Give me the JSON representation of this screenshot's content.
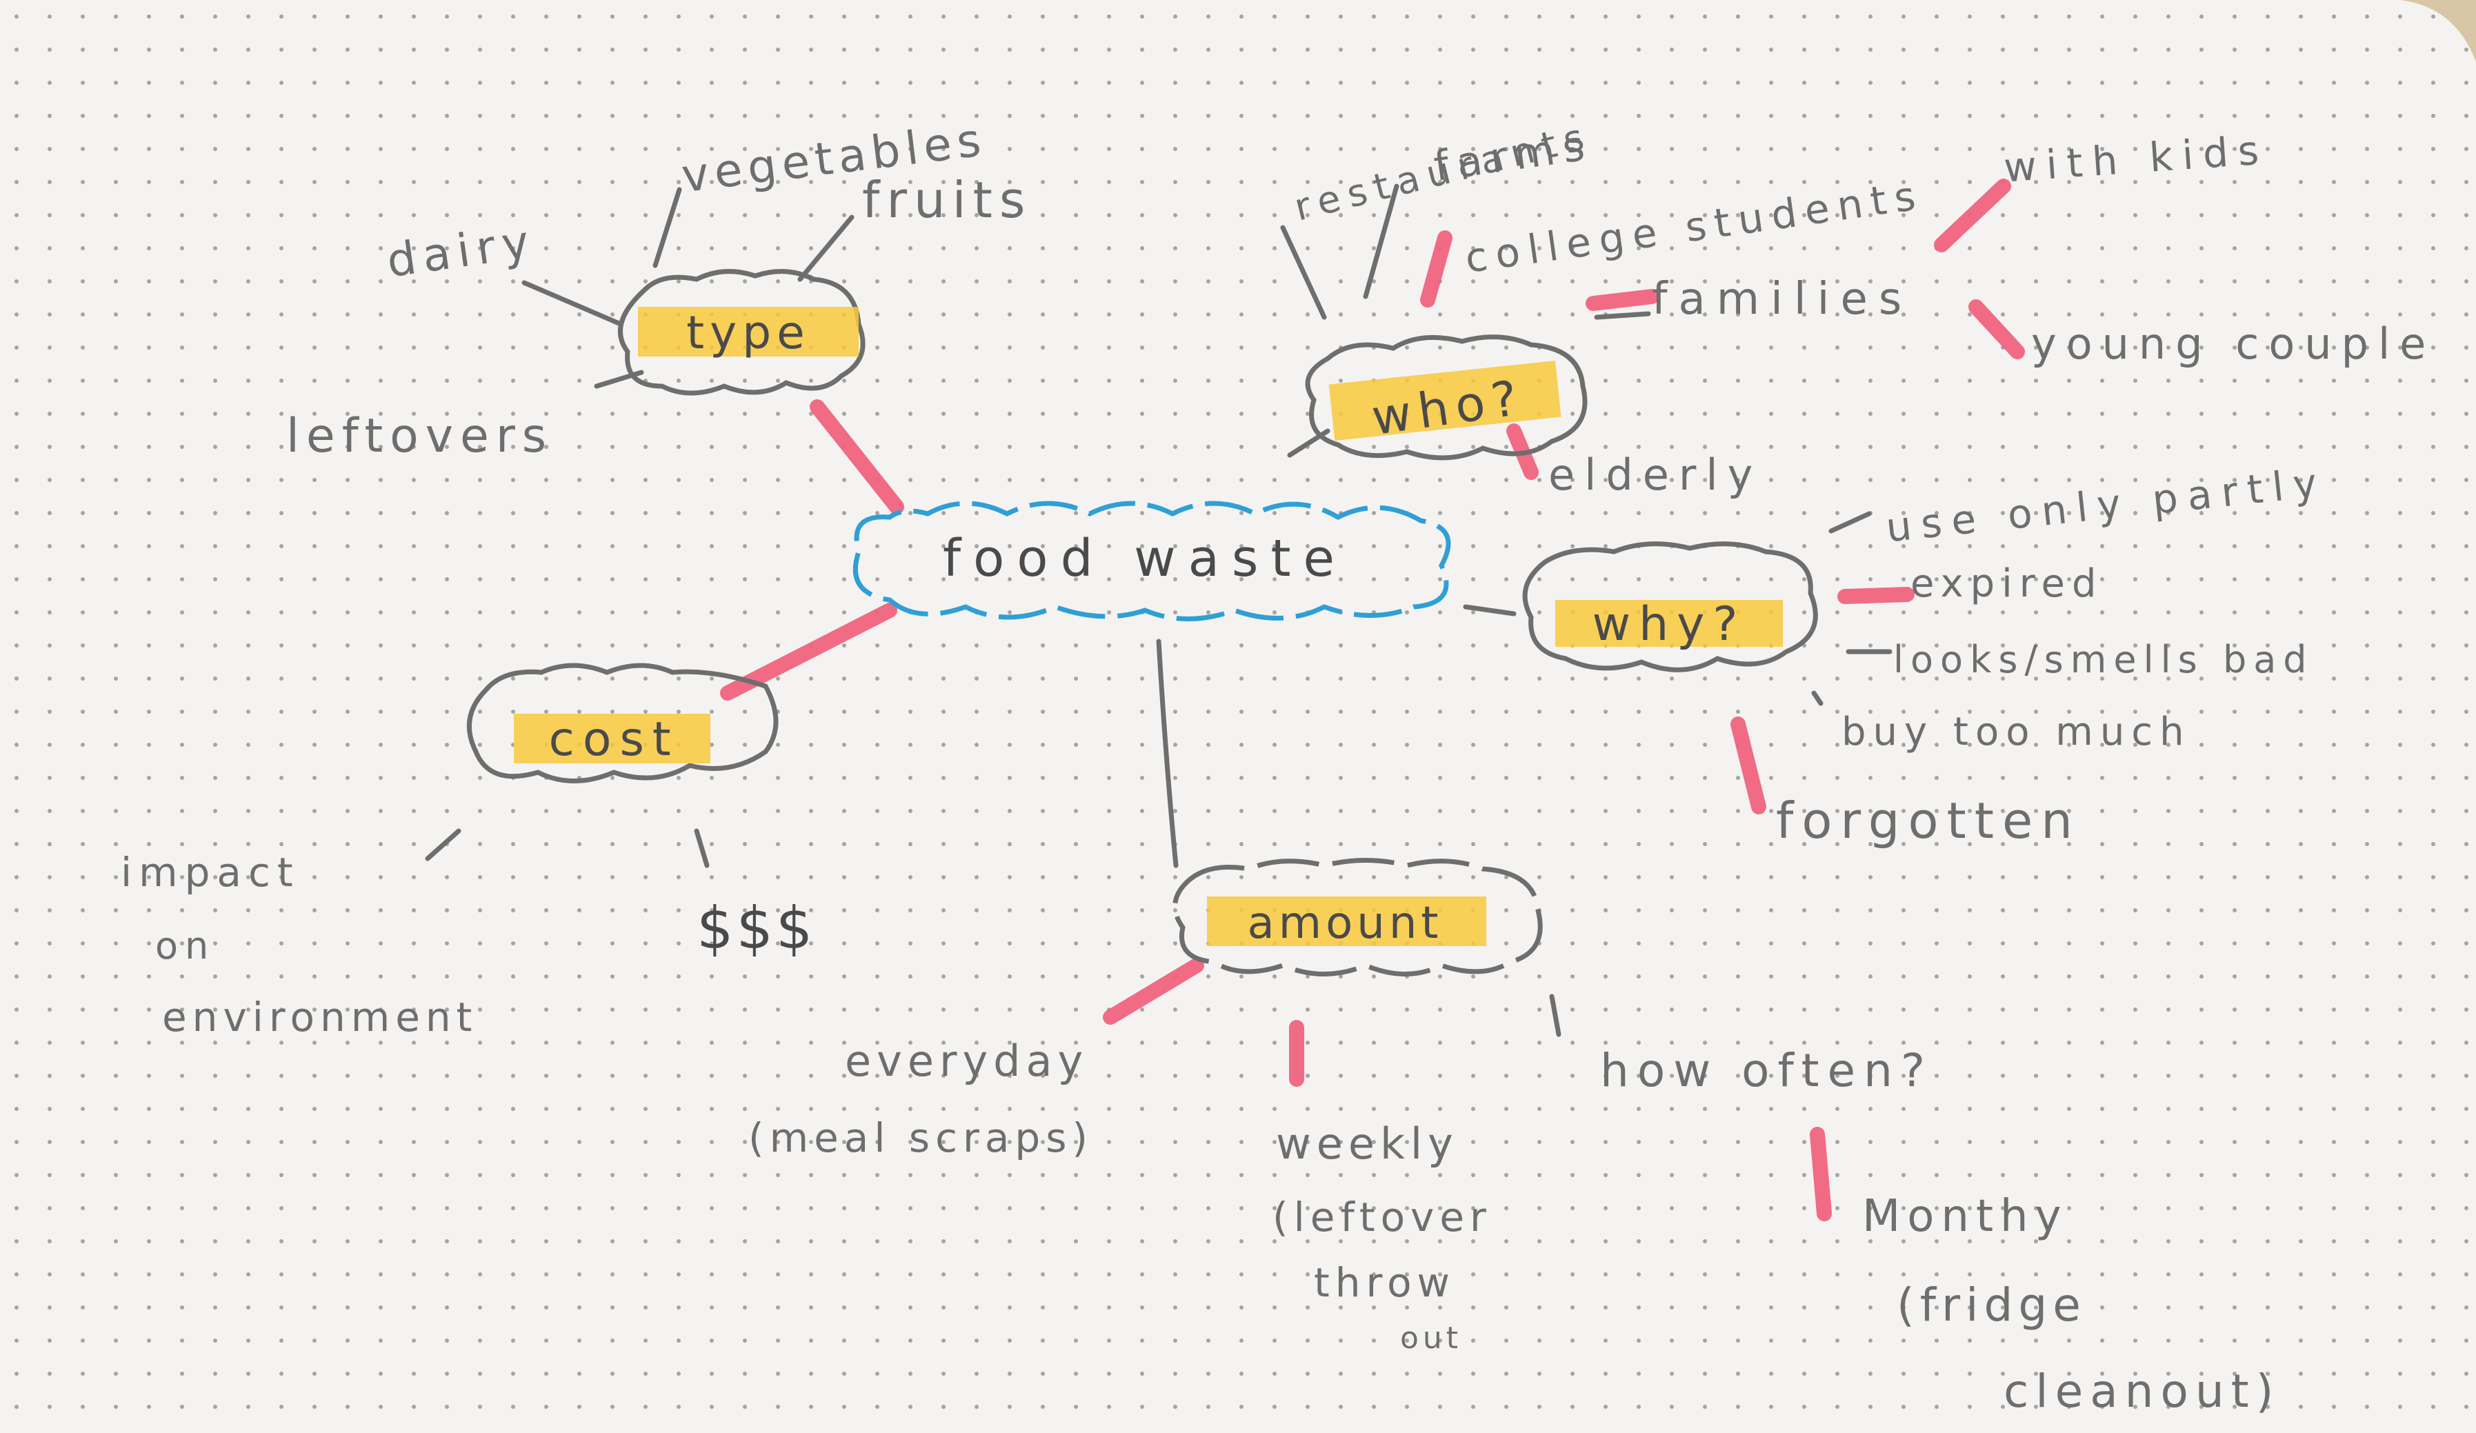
{
  "colors": {
    "background": "#d9c6a6",
    "paper": "#f4f3f1",
    "paper_dots": "#a6a4a0",
    "pencil": "#6e6e6e",
    "pencil_dark": "#4a4a4a",
    "center_outline": "#2f9fd6",
    "highlight_yellow": "#f8c83c",
    "highlight_pink": "#f0607c"
  },
  "center": {
    "label": "food waste"
  },
  "nodes": {
    "type": {
      "label": "type"
    },
    "who": {
      "label": "who?"
    },
    "why": {
      "label": "why?"
    },
    "cost": {
      "label": "cost"
    },
    "amount": {
      "label": "amount"
    }
  },
  "type_branches": {
    "dairy": "dairy",
    "vegetables": "vegetables",
    "fruits": "fruits",
    "leftovers": "leftovers"
  },
  "who_branches": {
    "restaurants": "restaurants",
    "farms": "farms",
    "college_students": "college students",
    "families": "families",
    "with_kids": "with kids",
    "young_couple": "young couple",
    "elderly": "elderly"
  },
  "why_branches": {
    "use_only_partly": "use only partly",
    "expired": "expired",
    "looks_smells_bad": "looks/smells bad",
    "buy_too_much": "buy too much",
    "forgotten": "forgotten"
  },
  "cost_branches": {
    "impact_line1": "impact",
    "impact_line2": "on",
    "impact_line3": "environment",
    "money": "$$$"
  },
  "amount_branches": {
    "everyday_line1": "everyday",
    "everyday_line2": "(meal scraps)",
    "weekly_line1": "weekly",
    "weekly_line2": "(leftover",
    "weekly_line3": "throw",
    "weekly_line4": "out",
    "how_often": "how often?",
    "monthly_line1": "Monthy",
    "monthly_line2": "(fridge",
    "monthly_line3": "cleanout)"
  }
}
